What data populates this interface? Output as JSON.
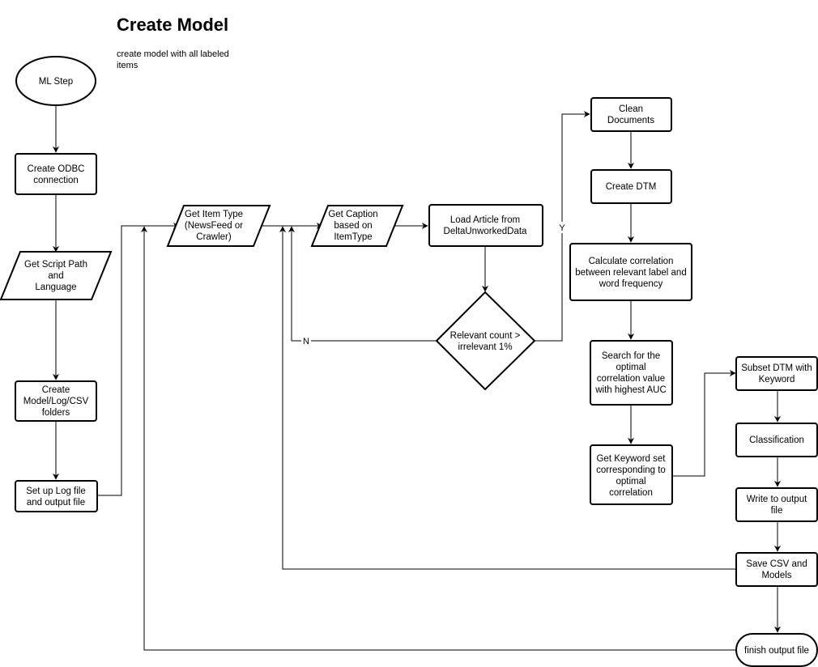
{
  "title": "Create Model",
  "subtitle": [
    "create model with all labeled",
    "items"
  ],
  "nodes": {
    "ml_step": [
      "ML Step"
    ],
    "create_odbc": [
      "Create ODBC",
      "connection"
    ],
    "get_script_path": [
      "Get Script Path",
      "and",
      "Language"
    ],
    "create_folders": [
      "Create",
      "Model/Log/CSV",
      "folders"
    ],
    "setup_log": [
      "Set up Log file",
      "and output file"
    ],
    "get_item_type": [
      "Get Item Type",
      "(NewsFeed or",
      "Crawler)"
    ],
    "get_caption": [
      "Get Caption",
      "based on",
      "ItemType"
    ],
    "load_article": [
      "Load Article from",
      "DeltaUnworkedData"
    ],
    "relevant_count": [
      "Relevant count >",
      "irrelevant 1%"
    ],
    "clean_documents": [
      "Clean",
      "Documents"
    ],
    "create_dtm": [
      "Create DTM"
    ],
    "calc_correlation": [
      "Calculate correlation",
      "between relevant label and",
      "word frequency"
    ],
    "search_optimal": [
      "Search for the",
      "optimal",
      "correlation value",
      "with highest AUC"
    ],
    "get_keyword_set": [
      "Get Keyword set",
      "corresponding to",
      "optimal",
      "correlation"
    ],
    "subset_dtm": [
      "Subset DTM with",
      "Keyword"
    ],
    "classification": [
      "Classification"
    ],
    "write_output": [
      "Write to output",
      "file"
    ],
    "save_csv": [
      "Save CSV and",
      "Models"
    ],
    "finish_output": [
      "finish output file"
    ]
  },
  "edge_labels": {
    "no": "N",
    "yes": "Y"
  }
}
